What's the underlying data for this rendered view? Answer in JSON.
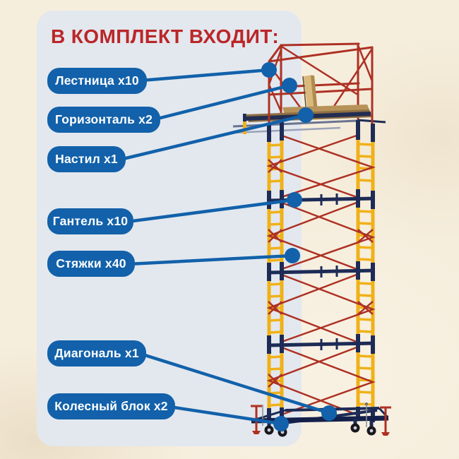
{
  "title": "В КОМПЛЕКТ ВХОДИТ:",
  "labels": [
    {
      "text": "Лестница x10"
    },
    {
      "text": "Горизонталь x2"
    },
    {
      "text": "Настил x1"
    },
    {
      "text": "Гантель x10"
    },
    {
      "text": "Стяжки x40"
    },
    {
      "text": "Диагональ x1"
    },
    {
      "text": "Колесный блок x2"
    }
  ],
  "colors": {
    "background": "#f6eedd",
    "panel": "#e3e8ee",
    "title_red": "#bb2629",
    "accent_blue": "#1261aa",
    "scaffold_red": "#ad3124",
    "scaffold_yellow": "#f0b118",
    "scaffold_navy": "#1d2b56"
  }
}
